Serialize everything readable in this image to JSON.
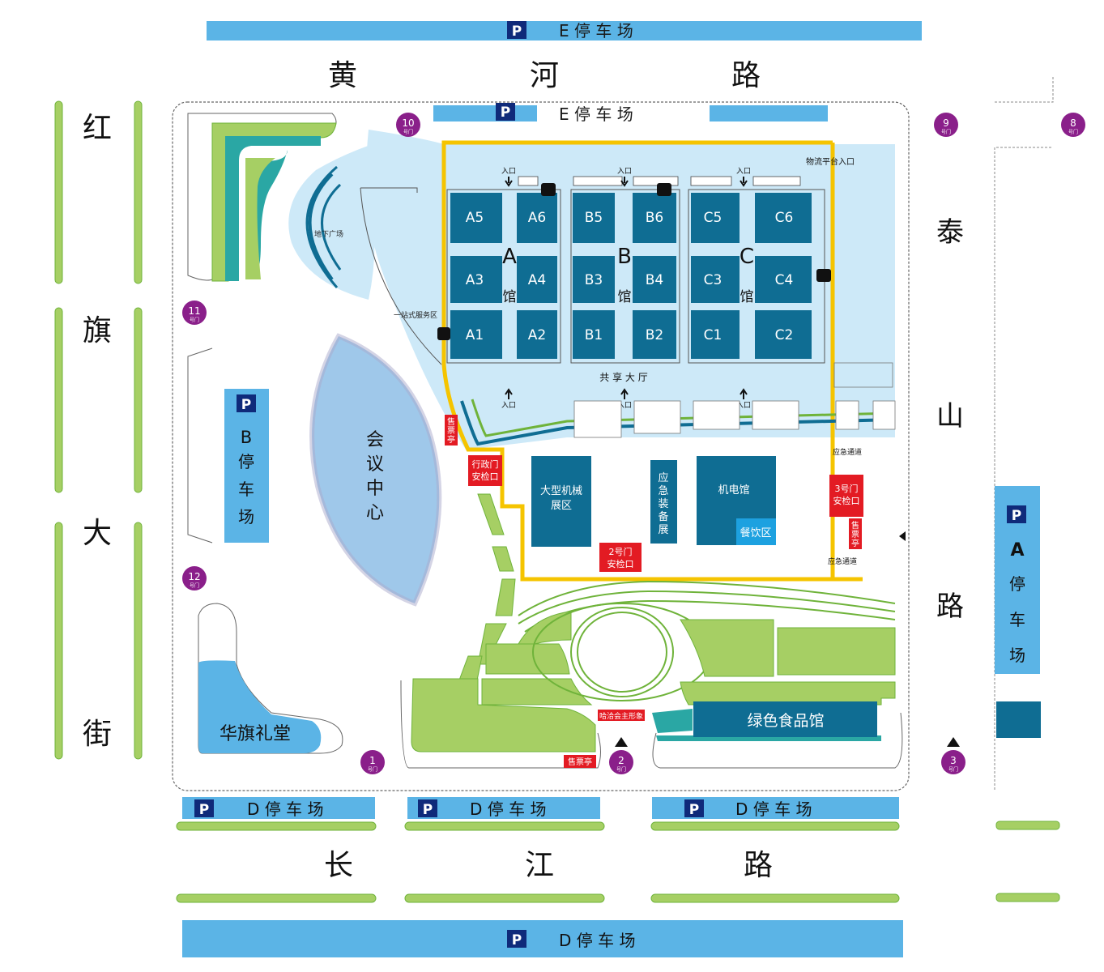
{
  "colors": {
    "parking": "#5bb4e6",
    "parking_p": "#0f2a7a",
    "hall": "#0f6d93",
    "hall_area": "#cde9f8",
    "green": "#a6cf64",
    "green_dark": "#6fb33a",
    "gate": "#8a1f8a",
    "red": "#e31b23",
    "yellow": "#f5c400",
    "teal": "#2aa7a4",
    "road_text": "#111111"
  },
  "roads": {
    "north": [
      "黄",
      "河",
      "路"
    ],
    "south": [
      "长",
      "江",
      "路"
    ],
    "west": [
      "红",
      "旗",
      "大",
      "街"
    ],
    "east": [
      "泰",
      "山",
      "路"
    ]
  },
  "parking": {
    "p": "P",
    "e_top": "E 停 车 场",
    "e_inner": "E 停 车 场",
    "b": [
      "B",
      "停",
      "车",
      "场"
    ],
    "a": [
      "A",
      "停",
      "车",
      "场"
    ],
    "d1": "D 停 车 场",
    "d2": "D 停 车 场",
    "d3": "D 停 车 场",
    "d_bottom": "D 停 车 场"
  },
  "gates": [
    {
      "num": "1",
      "label": "号门"
    },
    {
      "num": "2",
      "label": "号门"
    },
    {
      "num": "3",
      "label": "号门"
    },
    {
      "num": "8",
      "label": "号门"
    },
    {
      "num": "9",
      "label": "号门"
    },
    {
      "num": "10",
      "label": "号门"
    },
    {
      "num": "11",
      "label": "号门"
    },
    {
      "num": "12",
      "label": "号门"
    }
  ],
  "halls": {
    "a_cells": [
      "A5",
      "A6",
      "A3",
      "A4",
      "A1",
      "A2"
    ],
    "b_cells": [
      "B5",
      "B6",
      "B3",
      "B4",
      "B1",
      "B2"
    ],
    "c_cells": [
      "C5",
      "C6",
      "C3",
      "C4",
      "C1",
      "C2"
    ],
    "a_letter": "A",
    "b_letter": "B",
    "c_letter": "C",
    "guan": "馆"
  },
  "labels": {
    "entrance": "入口",
    "logistics": "物流平台入口",
    "underground": "地下广场",
    "service": "一站式服务区",
    "shared_hall": "共 享 大 厅",
    "conference": [
      "会",
      "议",
      "中",
      "心"
    ],
    "ticket_booth_v": [
      "售",
      "票",
      "亭"
    ],
    "ticket_booth": "售票亭",
    "admin_gate": [
      "行政门",
      "安检口"
    ],
    "gate2_check": [
      "2号门",
      "安检口"
    ],
    "gate3_check": [
      "3号门",
      "安检口"
    ],
    "big_machinery": [
      "大型机械",
      "展区"
    ],
    "emergency_equip": [
      "应",
      "急",
      "装",
      "备",
      "展"
    ],
    "electromech": "机电馆",
    "dining": "餐饮区",
    "emergency_exit": "应急通道",
    "green_food": "绿色食品馆",
    "huaqi": "华旗礼堂",
    "harbin_symbol": "哈洽会主形象"
  }
}
